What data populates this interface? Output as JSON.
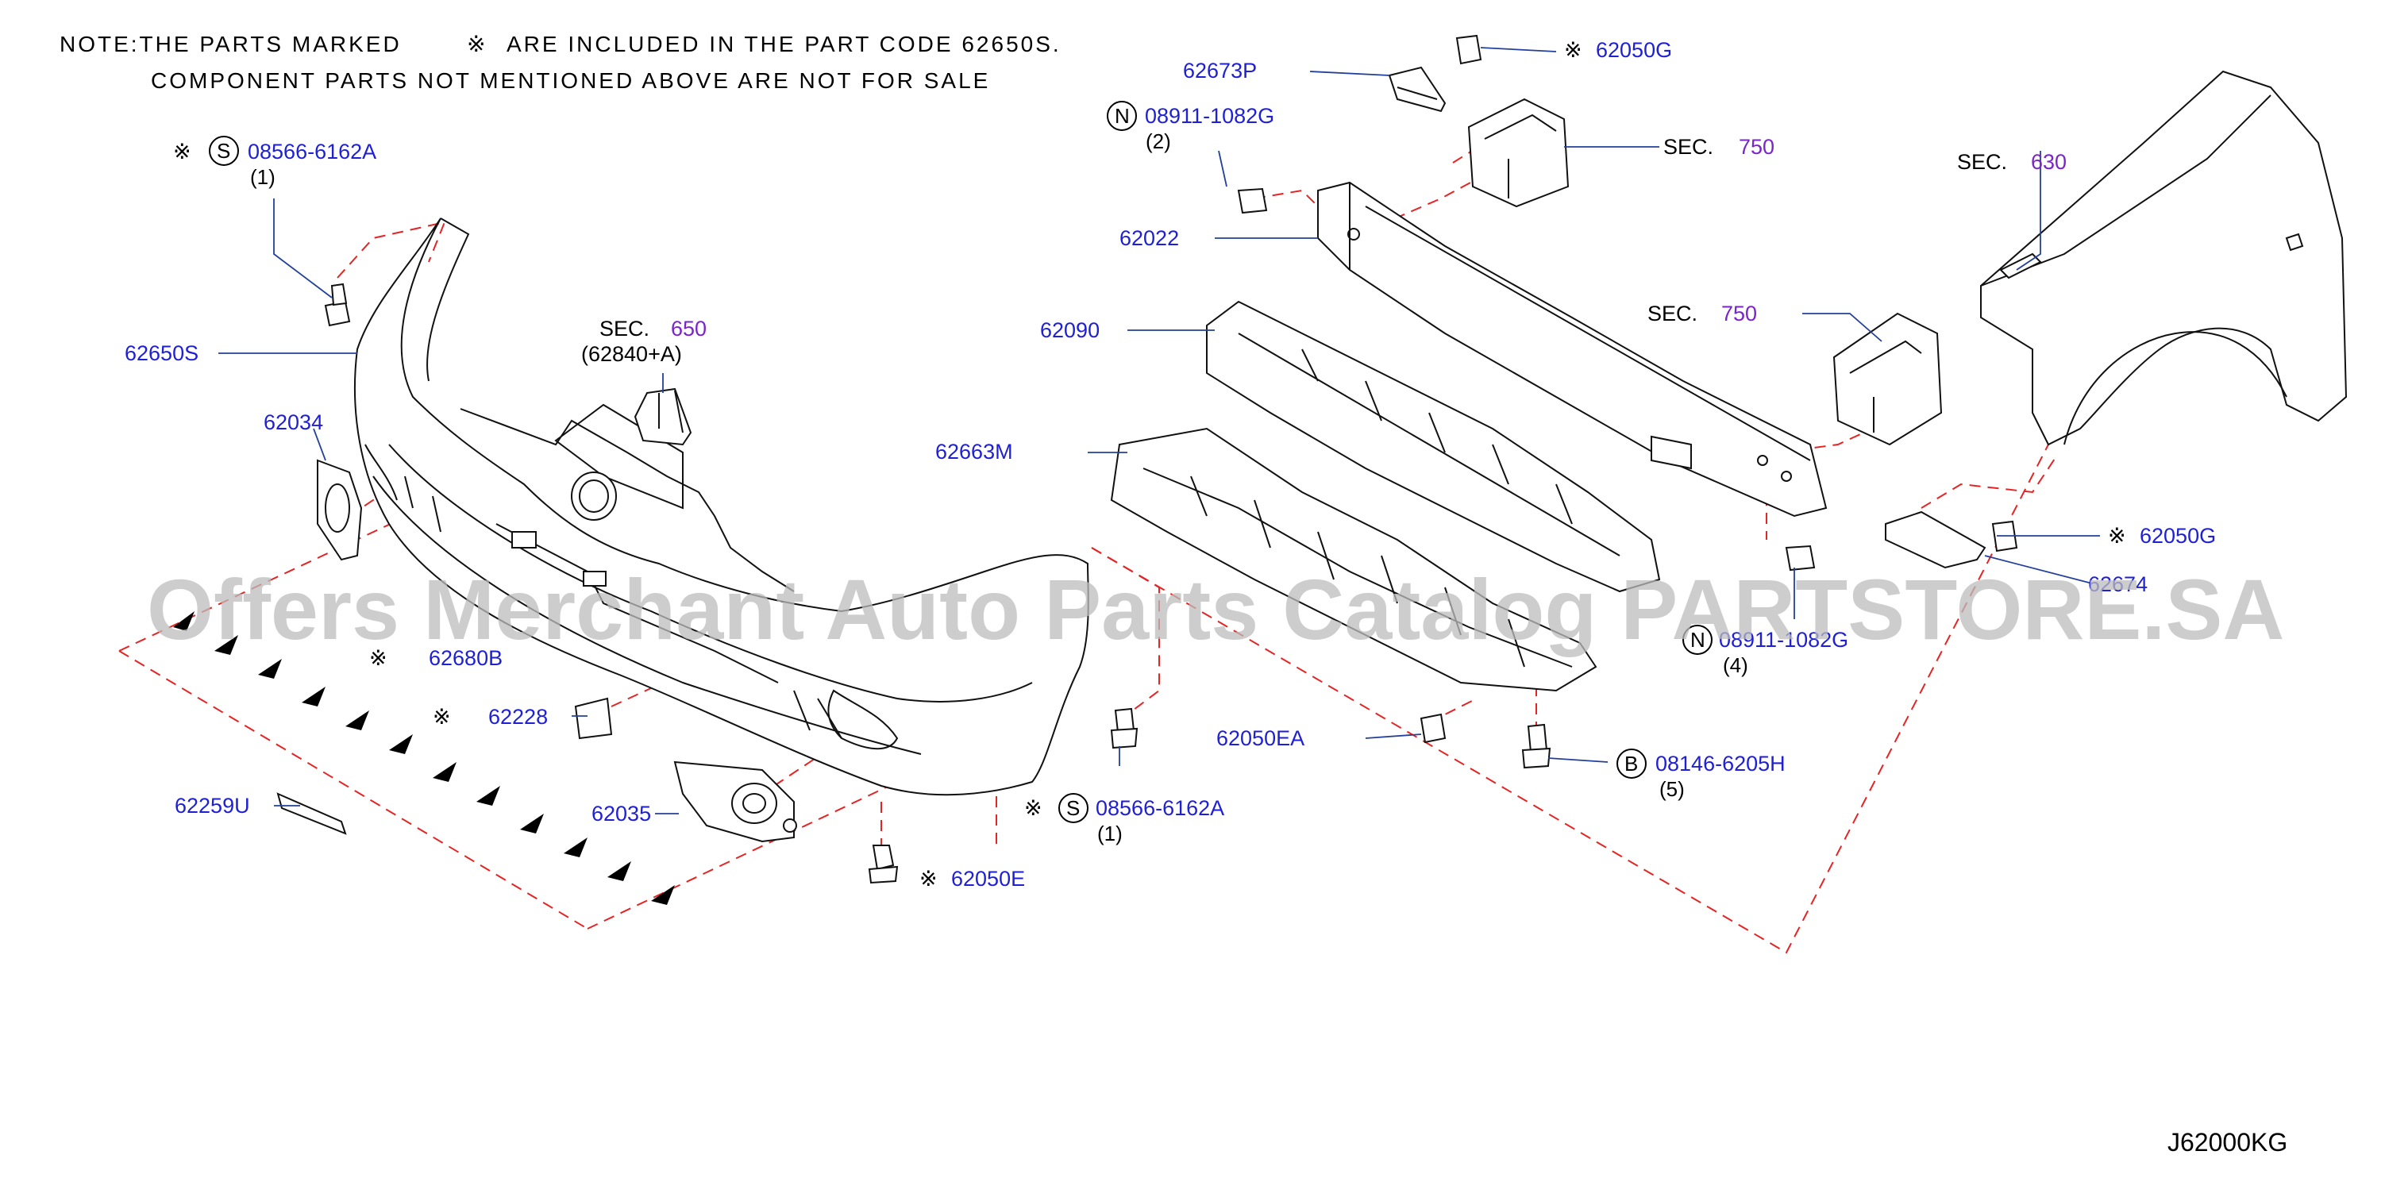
{
  "note": {
    "line1_prefix": "NOTE:THE  PARTS  MARKED",
    "line1_suffix": "ARE  INCLUDED  IN  THE  PART  CODE  62650S.",
    "line2": "COMPONENT  PARTS  NOT  MENTIONED  ABOVE  ARE  NOT  FOR  SALE",
    "mark_symbol": "※"
  },
  "parts": {
    "p08566_top": {
      "prefix": "S",
      "number": "08566-6162A",
      "qty": "(1)"
    },
    "p62650S": "62650S",
    "p62034": "62034",
    "p62680B": "62680B",
    "p62228": "62228",
    "p62259U": "62259U",
    "p62035": "62035",
    "p62050E": "62050E",
    "p08566_bottom": {
      "prefix": "S",
      "number": "08566-6162A",
      "qty": "(1)"
    },
    "p62050EA": "62050EA",
    "p08146": {
      "prefix": "B",
      "number": "08146-6205H",
      "qty": "(5)"
    },
    "p62663M": "62663M",
    "p62090": "62090",
    "p62022": "62022",
    "p08911_top": {
      "prefix": "N",
      "number": "08911-1082G",
      "qty": "(2)"
    },
    "p62673P": "62673P",
    "p62050G_top": "62050G",
    "p08911_bottom": {
      "prefix": "N",
      "number": "08911-1082G",
      "qty": "(4)"
    },
    "p62674": "62674",
    "p62050G_right": "62050G"
  },
  "sections": {
    "sec650": {
      "label": "SEC.",
      "number": "650",
      "sub": "(62840+A)"
    },
    "sec750_top": {
      "label": "SEC.",
      "number": "750"
    },
    "sec750_mid": {
      "label": "SEC.",
      "number": "750"
    },
    "sec630": {
      "label": "SEC.",
      "number": "630"
    }
  },
  "watermark": "Offers Merchant Auto Parts Catalog PARTSTORE.SA",
  "diagram_code": "J62000KG",
  "colors": {
    "part_number": "#1f1fd6",
    "section_number": "#7a25c9",
    "leader": "#23409a",
    "dashed_guide": "#e52424"
  }
}
